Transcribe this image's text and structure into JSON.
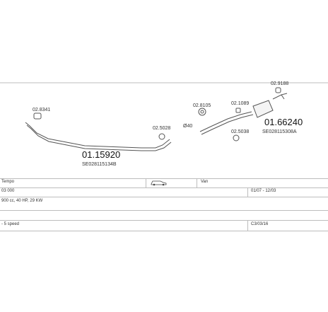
{
  "diagram": {
    "parts": [
      {
        "code": "02.8341"
      },
      {
        "code": "01.15920",
        "ref": "SE028115134B"
      },
      {
        "code": "02.5028"
      },
      {
        "code": "02.8105"
      },
      {
        "code": "02.1089"
      },
      {
        "code": "02.9188"
      },
      {
        "code": "02.5038"
      },
      {
        "code": "01.66240",
        "ref": "SE028115308A"
      }
    ],
    "dimension": "Ø40"
  },
  "table": {
    "row1": {
      "make": "Tempo",
      "type": "Van"
    },
    "row2": {
      "engine": "03 000",
      "dates": "01/07 - 12/03"
    },
    "row3": {
      "spec": "900 cc, 40 HP, 29 KW"
    },
    "row5": {
      "gearbox": "- 5 speed",
      "code": "C3/03/16"
    }
  },
  "colors": {
    "line": "#555555",
    "grid": "#bdbdbd"
  }
}
